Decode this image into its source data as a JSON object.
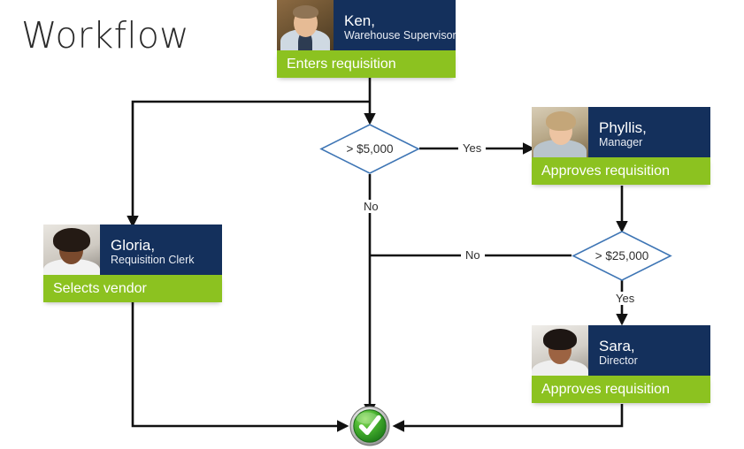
{
  "page": {
    "title": "Workflow",
    "background": "#ffffff"
  },
  "theme": {
    "navy": "#14305c",
    "green": "#8cc220",
    "diamond_border": "#3f76b5",
    "line": "#111111",
    "text_dark": "#2e2e2e",
    "check_green": "#3faa35"
  },
  "nodes": {
    "ken": {
      "name": "Ken,",
      "role": "Warehouse Supervisor",
      "action": "Enters requisition",
      "photo_alt": "ken-photo"
    },
    "phyllis": {
      "name": "Phyllis,",
      "role": "Manager",
      "action": "Approves requisition",
      "photo_alt": "phyllis-photo"
    },
    "gloria": {
      "name": "Gloria,",
      "role": "Requisition Clerk",
      "action": "Selects vendor",
      "photo_alt": "gloria-photo"
    },
    "sara": {
      "name": "Sara,",
      "role": "Director",
      "action": "Approves requisition",
      "photo_alt": "sara-photo"
    }
  },
  "decisions": {
    "threshold_5000": "> $5,000",
    "threshold_25000": "> $25,000"
  },
  "edges": {
    "ken_to_d1": "",
    "d1_yes_to_phyllis": "Yes",
    "d1_no_down": "No",
    "d2_no_left": "No",
    "d2_yes_to_sara": "Yes"
  },
  "end_node": {
    "icon": "check-circle-icon",
    "label": "Complete"
  }
}
